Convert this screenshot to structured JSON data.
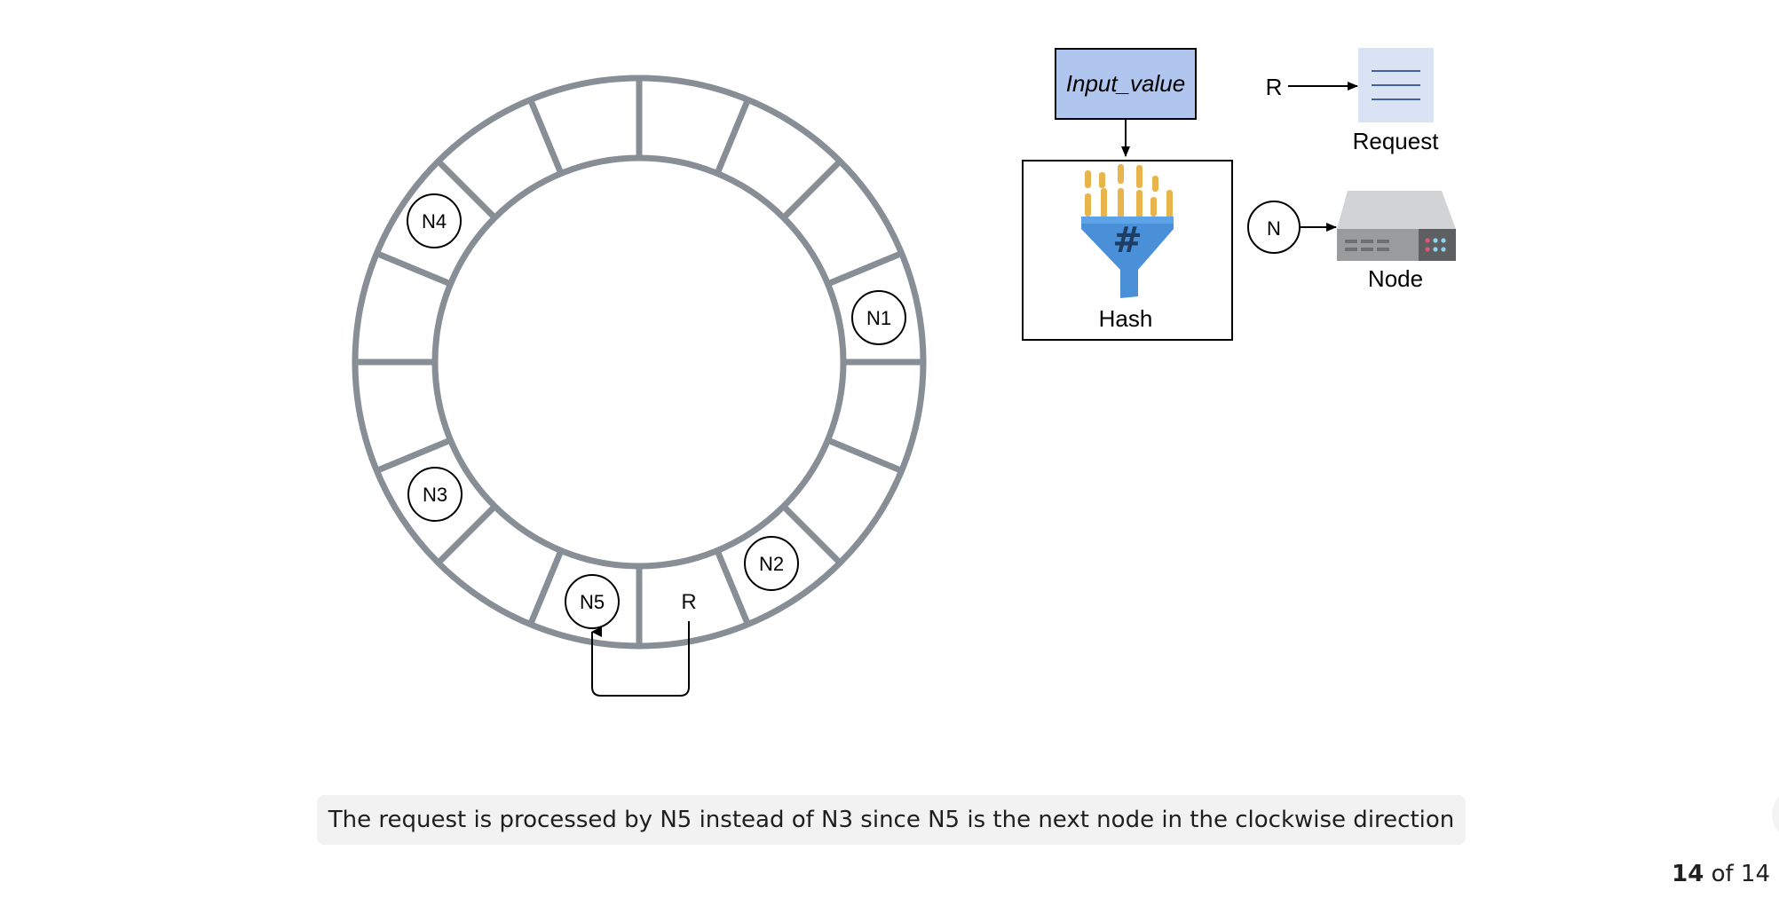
{
  "ring": {
    "ring_color": "#878e96",
    "nodes": [
      {
        "id": "n4",
        "label": "N4",
        "slot": 10
      },
      {
        "id": "n1",
        "label": "N1",
        "slot": 2
      },
      {
        "id": "n3",
        "label": "N3",
        "slot": 8
      },
      {
        "id": "n2",
        "label": "N2",
        "slot": 5
      },
      {
        "id": "n5",
        "label": "N5",
        "slot": 6
      }
    ],
    "request": {
      "label": "R",
      "slot": 6.5
    }
  },
  "hash_box": {
    "input_label": "Input_value",
    "input_fill": "#b1c6ee",
    "hash_label": "Hash",
    "icon": "hash-funnel-icon",
    "funnel_color": "#4a90d9",
    "bar_color": "#e8b44c"
  },
  "legend": {
    "request_symbol": "R",
    "request_label": "Request",
    "request_icon": "document-lines-icon",
    "node_symbol": "N",
    "node_label": "Node",
    "node_icon": "server-icon"
  },
  "caption": "The request is processed by N5 instead of N3 since N5 is the next node in the clockwise direction",
  "pager": {
    "current": "14",
    "separator": "of",
    "total": "14"
  }
}
